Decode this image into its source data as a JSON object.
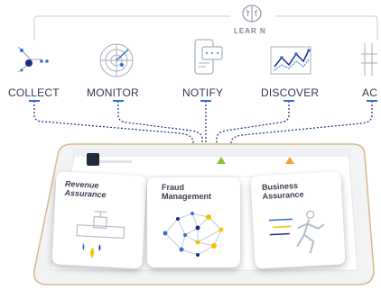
{
  "learn": {
    "label": "LEAR N"
  },
  "stages": [
    {
      "label": "COLLECT",
      "icon": "collect-funnel-icon"
    },
    {
      "label": "MONITOR",
      "icon": "radar-icon"
    },
    {
      "label": "NOTIFY",
      "icon": "notification-icon"
    },
    {
      "label": "DISCOVER",
      "icon": "discover-chart-icon"
    },
    {
      "label": "AC",
      "icon": "act-icon"
    }
  ],
  "cards": [
    {
      "title_line1": "Revenue",
      "title_line2": "Assurance",
      "icon": "pipe-valve-icon"
    },
    {
      "title_line1": "Fraud",
      "title_line2": "Management",
      "icon": "network-graph-icon"
    },
    {
      "title_line1": "Business",
      "title_line2": "Assurance",
      "icon": "running-person-icon"
    }
  ],
  "tablet_header": {
    "title": "Fraudster Report"
  },
  "colors": {
    "accent_blue": "#2f6fd6",
    "accent_yellow": "#f2c300",
    "line_dark": "#1e2a8a"
  }
}
